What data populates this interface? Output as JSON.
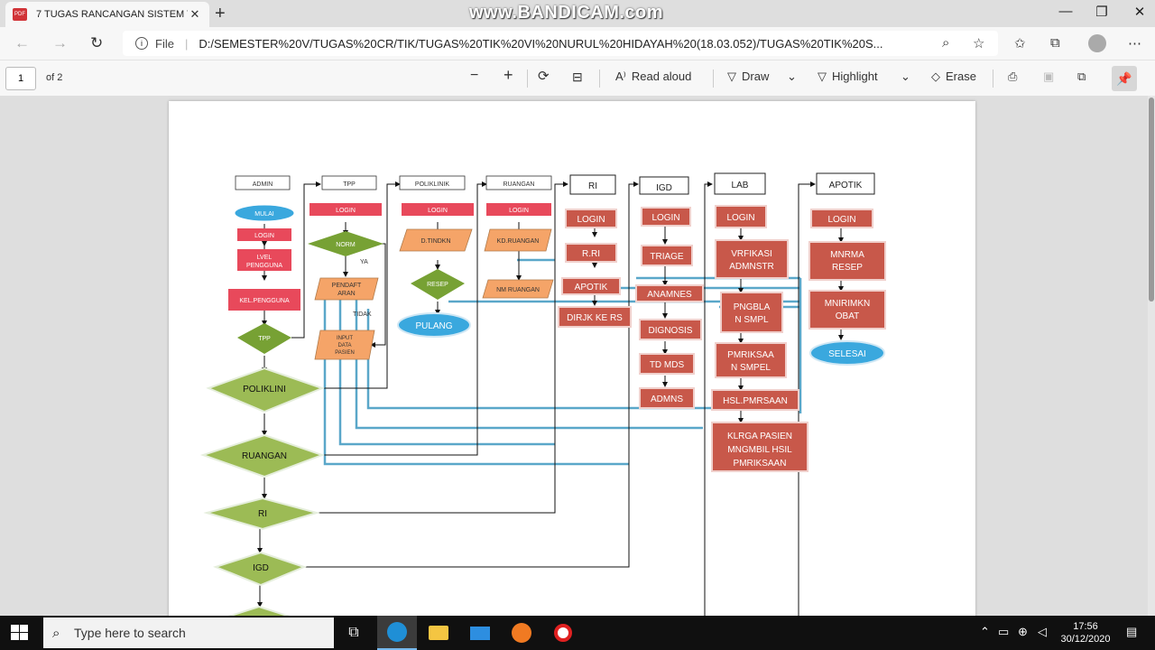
{
  "browser": {
    "tab_title": "7 TUGAS RANCANGAN SISTEM T",
    "tab_icon_text": "PDF",
    "watermark": "www.BANDICAM.com",
    "file_label": "File",
    "url": "D:/SEMESTER%20V/TUGAS%20CR/TIK/TUGAS%20TIK%20VI%20NURUL%20HIDAYAH%20(18.03.052)/TUGAS%20TIK%20S..."
  },
  "pdf_toolbar": {
    "page_number": "1",
    "page_of": "of 2",
    "read_aloud": "Read aloud",
    "draw": "Draw",
    "highlight": "Highlight",
    "erase": "Erase"
  },
  "flowchart": {
    "headers": [
      "ADMIN",
      "TPP",
      "POLIKLINIK",
      "RUANGAN",
      "RI",
      "IGD",
      "LAB",
      "APOTIK"
    ],
    "admin": {
      "mulai": "MULAI",
      "login": "LOGIN",
      "level_1": "LVEL",
      "level_2": "PENGGUNA",
      "kel": "KEL.PENGGUNA",
      "tpp": "TPP",
      "poliklini": "POLIKLINI",
      "ruangan": "RUANGAN",
      "ri": "RI",
      "igd": "IGD"
    },
    "tpp": {
      "login": "LOGIN",
      "norm": "NORM",
      "ya": "YA",
      "pendaft_1": "PENDAFT",
      "pendaft_2": "ARAN",
      "tidak": "TIDAK",
      "input_1": "INPUT",
      "input_2": "DATA",
      "input_3": "PASIEN"
    },
    "poliklinik": {
      "login": "LOGIN",
      "tindkn": "D.TINDKN",
      "resep": "RESEP",
      "pulang": "PULANG"
    },
    "ruangan": {
      "login": "LOGIN",
      "kd": "KD.RUANGAN",
      "nm": "NM RUANGAN"
    },
    "ri": {
      "login": "LOGIN",
      "rri": "R.RI",
      "apotik": "APOTIK",
      "dirjk": "DIRJK KE RS"
    },
    "igd": {
      "login": "LOGIN",
      "triage": "TRIAGE",
      "anamnes": "ANAMNES",
      "dignosis": "DIGNOSIS",
      "tdmds": "TD MDS",
      "admns": "ADMNS"
    },
    "lab": {
      "login": "LOGIN",
      "vrf_1": "VRFIKASI",
      "vrf_2": "ADMNSTR",
      "png_1": "PNGBLA",
      "png_2": "N SMPL",
      "pmr_1": "PMRIKSAA",
      "pmr_2": "N SMPEL",
      "hsl": "HSL.PMRSAAN",
      "klr_1": "KLRGA PASIEN",
      "klr_2": "MNGMBIL HSIL",
      "klr_3": "PMRIKSAAN"
    },
    "apotik": {
      "login": "LOGIN",
      "mnr_1": "MNRMA",
      "mnr_2": "RESEP",
      "mnk_1": "MNIRIMKN",
      "mnk_2": "OBAT",
      "selesai": "SELESAI"
    }
  },
  "taskbar": {
    "search_placeholder": "Type here to search",
    "time": "17:56",
    "date": "30/12/2020"
  },
  "colors": {
    "red_box": "#e8495b",
    "brown_box": "#c8584a",
    "orange": "#f5a468",
    "green": "#77a134",
    "light_green": "#9cbb55",
    "blue_oval": "#3aa8de",
    "connector_blue": "#5aa7c9"
  }
}
